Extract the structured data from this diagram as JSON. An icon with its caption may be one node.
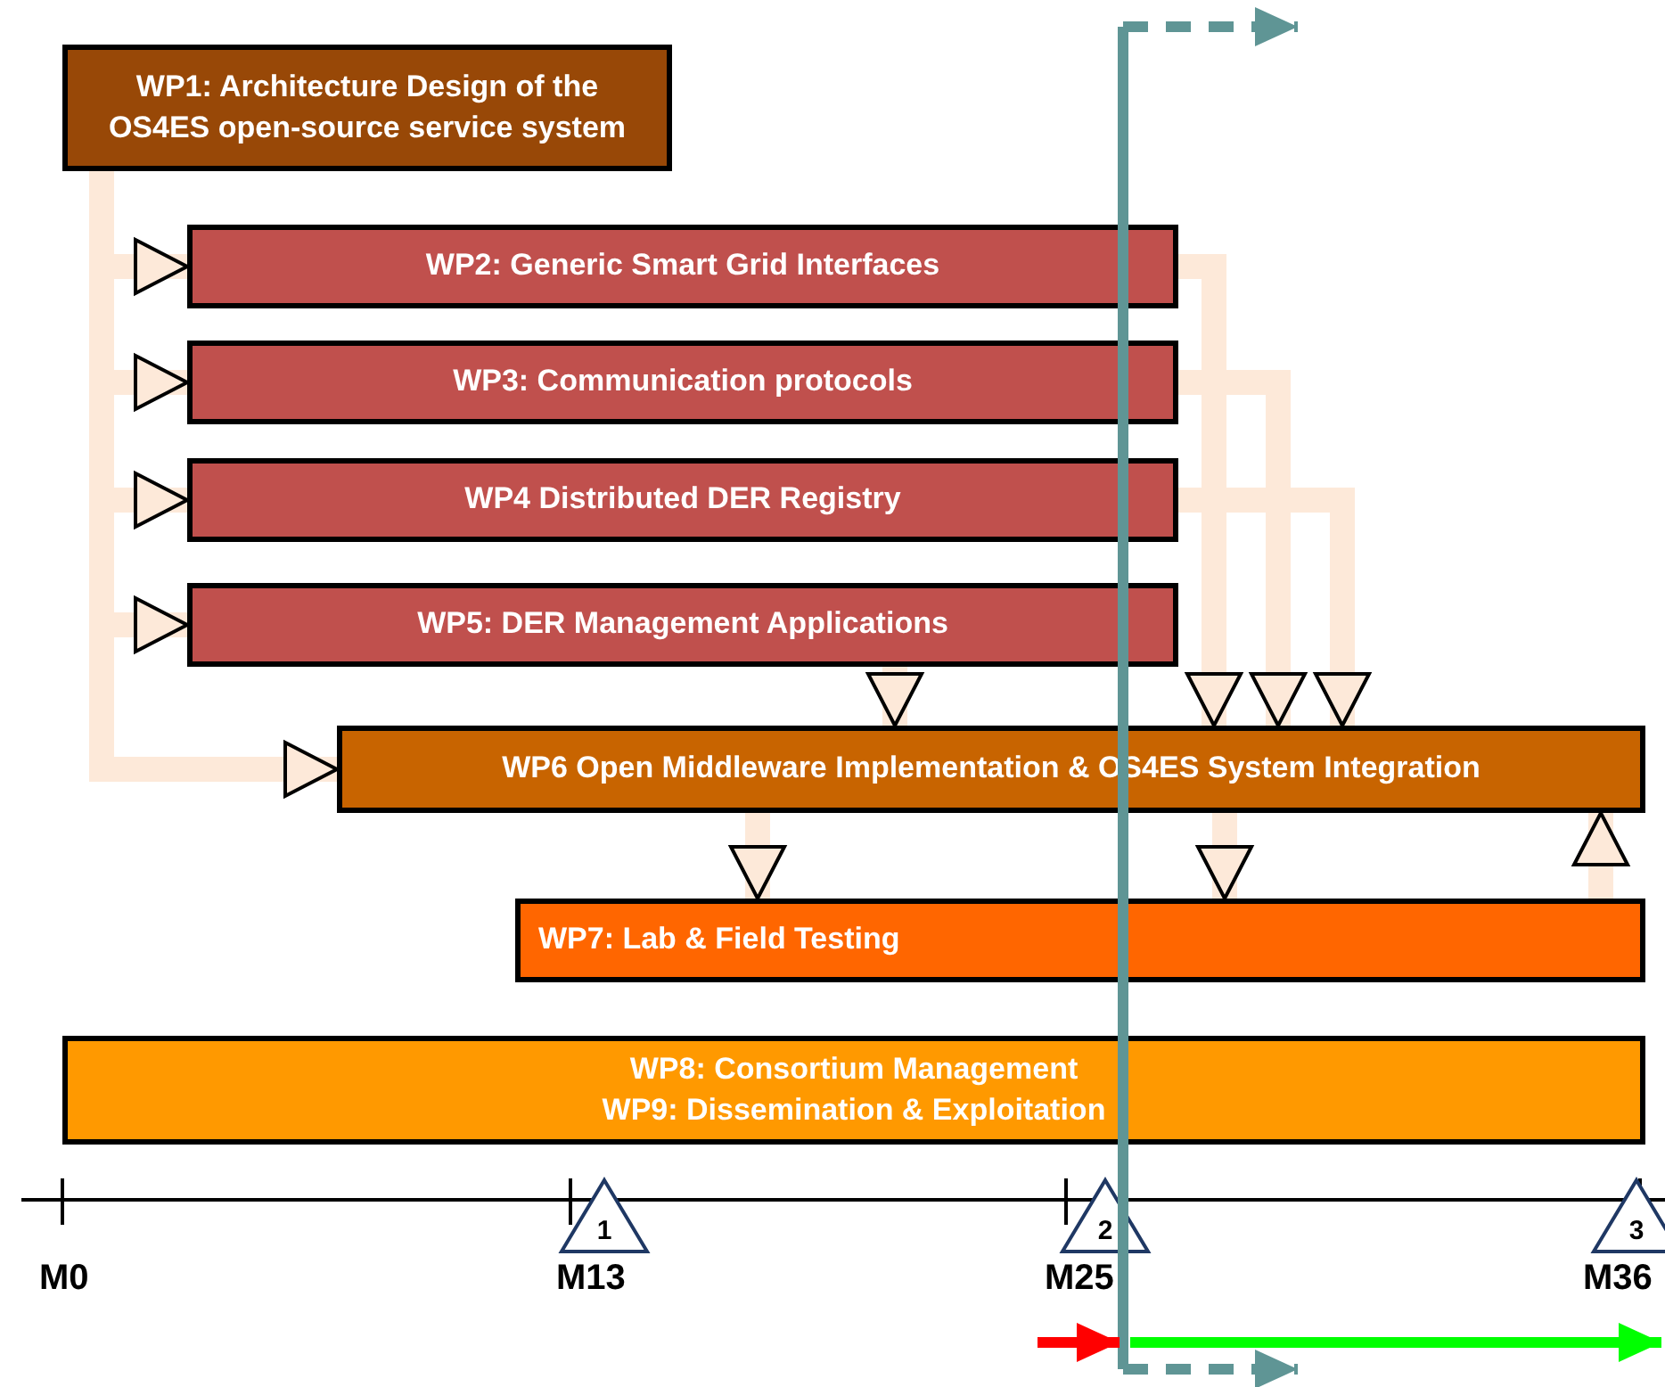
{
  "diagram": {
    "nodes": [
      {
        "text": [
          "WP1: Architecture Design of the OS4ES open-source service system"
        ]
      },
      {
        "text": [
          "WP2: Generic Smart Grid Interfaces"
        ]
      },
      {
        "text": [
          "WP3: Communication protocols"
        ]
      },
      {
        "text": [
          "WP4 Distributed DER Registry"
        ]
      },
      {
        "text": [
          "WP5:  DER Management Applications"
        ]
      },
      {
        "text": [
          "WP6 Open Middleware Implementation & OS4ES System Integration"
        ]
      },
      {
        "text": [
          "WP7: Lab & Field Testing"
        ]
      },
      {
        "text": [
          "WP8: Consortium Management",
          "WP9: Dissemination & Exploitation"
        ]
      },
      {
        "text": [
          "1"
        ]
      },
      {
        "text": [
          "2"
        ]
      },
      {
        "text": [
          "3"
        ]
      }
    ],
    "edges": [
      {
        "from": 0,
        "to": 1,
        "arrow": "to"
      },
      {
        "from": 0,
        "to": 2,
        "arrow": "to"
      },
      {
        "from": 0,
        "to": 3,
        "arrow": "to"
      },
      {
        "from": 0,
        "to": 4,
        "arrow": "to"
      },
      {
        "from": 0,
        "to": 5,
        "arrow": "to"
      },
      {
        "from": 1,
        "to": 5,
        "arrow": "to"
      },
      {
        "from": 2,
        "to": 5,
        "arrow": "to"
      },
      {
        "from": 3,
        "to": 5,
        "arrow": "to"
      },
      {
        "from": 4,
        "to": 5,
        "arrow": "to"
      },
      {
        "from": 5,
        "to": 6,
        "arrow": "to"
      },
      {
        "from": 5,
        "to": 6,
        "arrow": "to"
      },
      {
        "from": 6,
        "to": 5,
        "arrow": "to"
      }
    ],
    "labels": [
      "M0",
      "M13",
      "M25",
      "M36"
    ]
  }
}
